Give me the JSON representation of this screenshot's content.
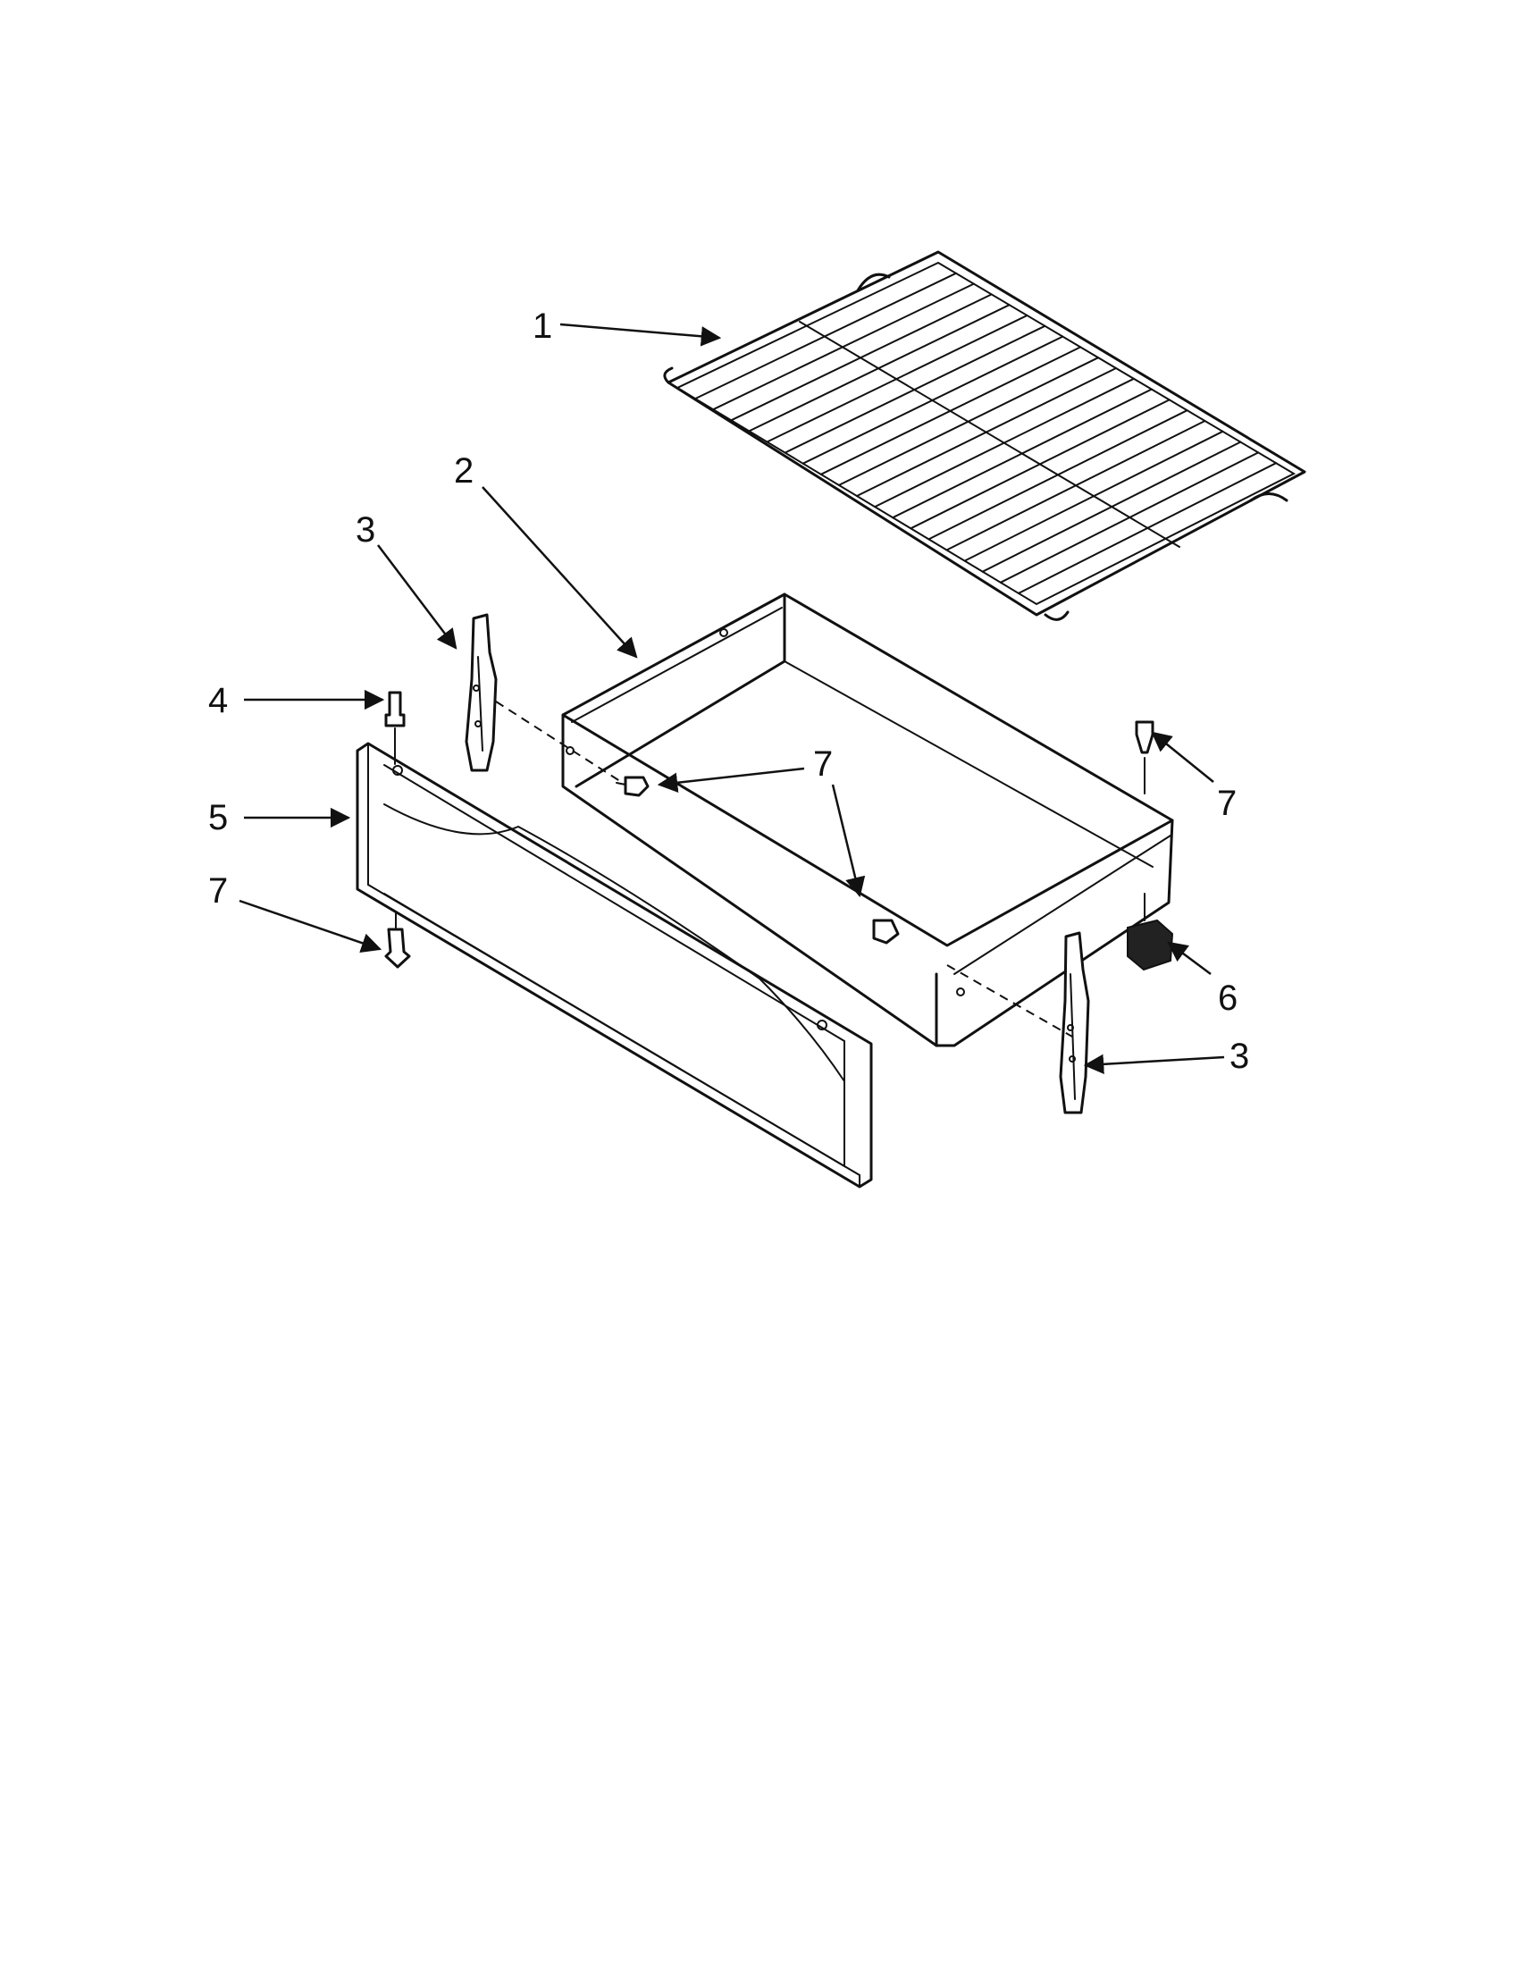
{
  "diagram": {
    "callouts": [
      {
        "id": "c1",
        "label": "1"
      },
      {
        "id": "c2",
        "label": "2"
      },
      {
        "id": "c3a",
        "label": "3"
      },
      {
        "id": "c4",
        "label": "4"
      },
      {
        "id": "c5",
        "label": "5"
      },
      {
        "id": "c7a",
        "label": "7"
      },
      {
        "id": "c7b",
        "label": "7"
      },
      {
        "id": "c7c",
        "label": "7"
      },
      {
        "id": "c6",
        "label": "6"
      },
      {
        "id": "c3b",
        "label": "3"
      }
    ]
  }
}
